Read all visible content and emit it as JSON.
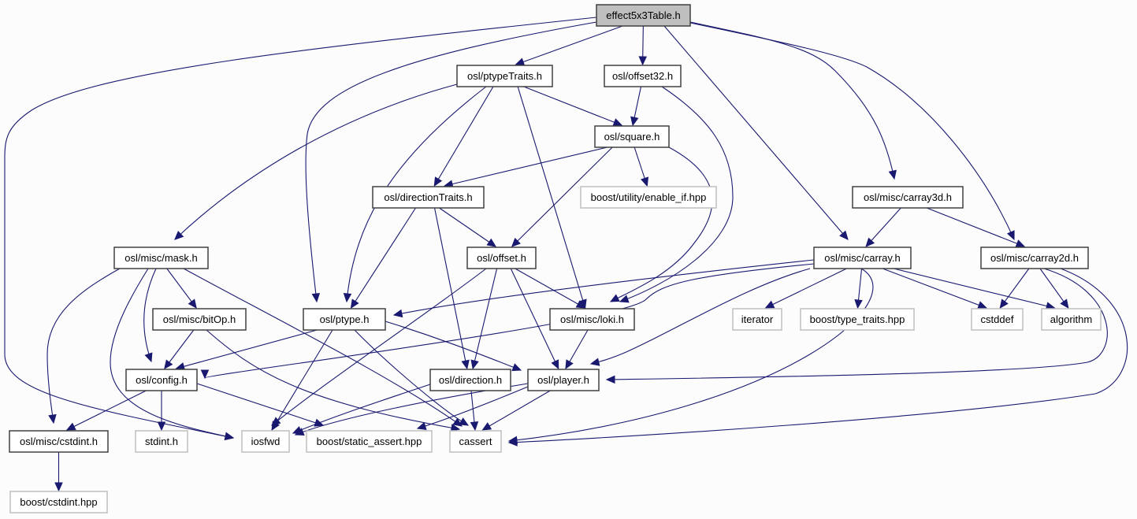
{
  "diagram": {
    "type": "include-dependency-graph",
    "colors": {
      "background": "#fcfcfc",
      "edge": "#191970",
      "root_fill": "#bfbfbf",
      "root_border": "#404040",
      "documented_border": "#404040",
      "documented_fill": "#ffffff",
      "external_border": "#bfbfbf",
      "external_fill": "#ffffff"
    },
    "nodes": [
      {
        "id": "effect5x3Table",
        "label": "effect5x3Table.h",
        "kind": "root"
      },
      {
        "id": "ptypeTraits",
        "label": "osl/ptypeTraits.h",
        "kind": "documented"
      },
      {
        "id": "offset32",
        "label": "osl/offset32.h",
        "kind": "documented"
      },
      {
        "id": "square",
        "label": "osl/square.h",
        "kind": "documented"
      },
      {
        "id": "directionTraits",
        "label": "osl/directionTraits.h",
        "kind": "documented"
      },
      {
        "id": "enable_if",
        "label": "boost/utility/enable_if.hpp",
        "kind": "external"
      },
      {
        "id": "carray3d",
        "label": "osl/misc/carray3d.h",
        "kind": "documented"
      },
      {
        "id": "mask",
        "label": "osl/misc/mask.h",
        "kind": "documented"
      },
      {
        "id": "offset",
        "label": "osl/offset.h",
        "kind": "documented"
      },
      {
        "id": "carray",
        "label": "osl/misc/carray.h",
        "kind": "documented"
      },
      {
        "id": "carray2d",
        "label": "osl/misc/carray2d.h",
        "kind": "documented"
      },
      {
        "id": "bitOp",
        "label": "osl/misc/bitOp.h",
        "kind": "documented"
      },
      {
        "id": "ptype",
        "label": "osl/ptype.h",
        "kind": "documented"
      },
      {
        "id": "loki",
        "label": "osl/misc/loki.h",
        "kind": "documented"
      },
      {
        "id": "iterator",
        "label": "iterator",
        "kind": "external"
      },
      {
        "id": "type_traits",
        "label": "boost/type_traits.hpp",
        "kind": "external"
      },
      {
        "id": "cstddef",
        "label": "cstddef",
        "kind": "external"
      },
      {
        "id": "algorithm",
        "label": "algorithm",
        "kind": "external"
      },
      {
        "id": "config",
        "label": "osl/config.h",
        "kind": "documented"
      },
      {
        "id": "direction",
        "label": "osl/direction.h",
        "kind": "documented"
      },
      {
        "id": "player",
        "label": "osl/player.h",
        "kind": "documented"
      },
      {
        "id": "misc_cstdint",
        "label": "osl/misc/cstdint.h",
        "kind": "documented"
      },
      {
        "id": "stdint",
        "label": "stdint.h",
        "kind": "external"
      },
      {
        "id": "iosfwd",
        "label": "iosfwd",
        "kind": "external"
      },
      {
        "id": "static_assert",
        "label": "boost/static_assert.hpp",
        "kind": "external"
      },
      {
        "id": "cassert",
        "label": "cassert",
        "kind": "external"
      },
      {
        "id": "boost_cstdint",
        "label": "boost/cstdint.hpp",
        "kind": "external"
      }
    ],
    "edges": [
      {
        "from": "effect5x3Table",
        "to": "ptypeTraits"
      },
      {
        "from": "effect5x3Table",
        "to": "offset32"
      },
      {
        "from": "effect5x3Table",
        "to": "ptype"
      },
      {
        "from": "effect5x3Table",
        "to": "iosfwd"
      },
      {
        "from": "effect5x3Table",
        "to": "carray"
      },
      {
        "from": "effect5x3Table",
        "to": "carray3d"
      },
      {
        "from": "effect5x3Table",
        "to": "carray2d"
      },
      {
        "from": "ptypeTraits",
        "to": "square"
      },
      {
        "from": "ptypeTraits",
        "to": "directionTraits"
      },
      {
        "from": "ptypeTraits",
        "to": "mask"
      },
      {
        "from": "ptypeTraits",
        "to": "ptype"
      },
      {
        "from": "ptypeTraits",
        "to": "loki"
      },
      {
        "from": "offset32",
        "to": "square"
      },
      {
        "from": "offset32",
        "to": "loki"
      },
      {
        "from": "square",
        "to": "directionTraits"
      },
      {
        "from": "square",
        "to": "enable_if"
      },
      {
        "from": "square",
        "to": "offset"
      },
      {
        "from": "square",
        "to": "loki"
      },
      {
        "from": "directionTraits",
        "to": "offset"
      },
      {
        "from": "directionTraits",
        "to": "ptype"
      },
      {
        "from": "directionTraits",
        "to": "direction"
      },
      {
        "from": "carray3d",
        "to": "carray"
      },
      {
        "from": "carray3d",
        "to": "carray2d"
      },
      {
        "from": "mask",
        "to": "bitOp"
      },
      {
        "from": "mask",
        "to": "config"
      },
      {
        "from": "mask",
        "to": "misc_cstdint"
      },
      {
        "from": "mask",
        "to": "iosfwd"
      },
      {
        "from": "mask",
        "to": "cassert"
      },
      {
        "from": "offset",
        "to": "loki"
      },
      {
        "from": "offset",
        "to": "direction"
      },
      {
        "from": "offset",
        "to": "player"
      },
      {
        "from": "offset",
        "to": "iosfwd"
      },
      {
        "from": "carray",
        "to": "ptype"
      },
      {
        "from": "carray",
        "to": "config"
      },
      {
        "from": "carray",
        "to": "player"
      },
      {
        "from": "carray",
        "to": "iterator"
      },
      {
        "from": "carray",
        "to": "type_traits"
      },
      {
        "from": "carray",
        "to": "cstddef"
      },
      {
        "from": "carray",
        "to": "algorithm"
      },
      {
        "from": "carray",
        "to": "cassert"
      },
      {
        "from": "carray2d",
        "to": "cstddef"
      },
      {
        "from": "carray2d",
        "to": "algorithm"
      },
      {
        "from": "carray2d",
        "to": "player"
      },
      {
        "from": "carray2d",
        "to": "cassert"
      },
      {
        "from": "bitOp",
        "to": "config"
      },
      {
        "from": "bitOp",
        "to": "cassert"
      },
      {
        "from": "ptype",
        "to": "config"
      },
      {
        "from": "ptype",
        "to": "player"
      },
      {
        "from": "ptype",
        "to": "iosfwd"
      },
      {
        "from": "ptype",
        "to": "cassert"
      },
      {
        "from": "loki",
        "to": "player"
      },
      {
        "from": "config",
        "to": "misc_cstdint"
      },
      {
        "from": "config",
        "to": "stdint"
      },
      {
        "from": "config",
        "to": "static_assert"
      },
      {
        "from": "direction",
        "to": "cassert"
      },
      {
        "from": "direction",
        "to": "iosfwd"
      },
      {
        "from": "player",
        "to": "iosfwd"
      },
      {
        "from": "player",
        "to": "static_assert"
      },
      {
        "from": "player",
        "to": "cassert"
      },
      {
        "from": "misc_cstdint",
        "to": "boost_cstdint"
      }
    ]
  }
}
